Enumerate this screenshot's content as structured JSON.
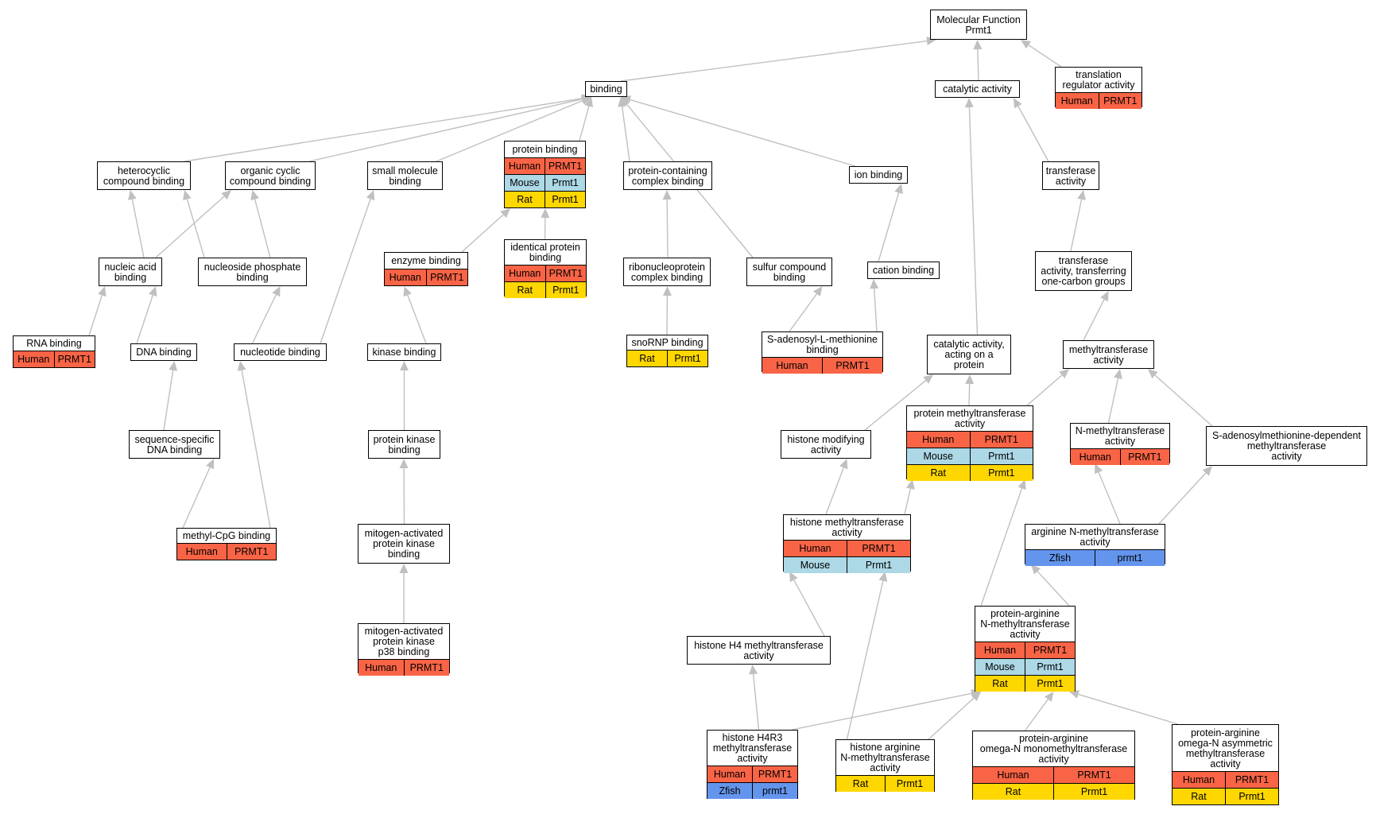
{
  "graph": {
    "colors": {
      "Human": "#f96446",
      "Mouse": "#add8e6",
      "Rat": "#ffd700",
      "Zfish": "#6495ed",
      "edge": "#c0c0c0",
      "border": "#000000"
    },
    "nodes": [
      {
        "id": "mf",
        "label": "Molecular Function\nPrmt1",
        "rows": []
      },
      {
        "id": "binding",
        "label": "binding",
        "rows": []
      },
      {
        "id": "catalytic",
        "label": "catalytic activity",
        "rows": []
      },
      {
        "id": "translation",
        "label": "translation\nregulator activity",
        "rows": [
          {
            "species": "Human",
            "gene": "PRMT1"
          }
        ]
      },
      {
        "id": "heterocyclic",
        "label": "heterocyclic\ncompound binding",
        "rows": []
      },
      {
        "id": "organic",
        "label": "organic cyclic\ncompound binding",
        "rows": []
      },
      {
        "id": "smallmol",
        "label": "small molecule\nbinding",
        "rows": []
      },
      {
        "id": "protbind",
        "label": "protein binding",
        "rows": [
          {
            "species": "Human",
            "gene": "PRMT1"
          },
          {
            "species": "Mouse",
            "gene": "Prmt1"
          },
          {
            "species": "Rat",
            "gene": "Prmt1"
          }
        ]
      },
      {
        "id": "protcomplex",
        "label": "protein-containing\ncomplex binding",
        "rows": []
      },
      {
        "id": "ionbind",
        "label": "ion binding",
        "rows": []
      },
      {
        "id": "transferase",
        "label": "transferase\nactivity",
        "rows": []
      },
      {
        "id": "nucleic",
        "label": "nucleic acid\nbinding",
        "rows": []
      },
      {
        "id": "nucphos",
        "label": "nucleoside phosphate\nbinding",
        "rows": []
      },
      {
        "id": "enzyme",
        "label": "enzyme binding",
        "rows": [
          {
            "species": "Human",
            "gene": "PRMT1"
          }
        ]
      },
      {
        "id": "identical",
        "label": "identical protein\nbinding",
        "rows": [
          {
            "species": "Human",
            "gene": "PRMT1"
          },
          {
            "species": "Rat",
            "gene": "Prmt1"
          }
        ]
      },
      {
        "id": "ribonuc",
        "label": "ribonucleoprotein\ncomplex binding",
        "rows": []
      },
      {
        "id": "sulfur",
        "label": "sulfur compound\nbinding",
        "rows": []
      },
      {
        "id": "cation",
        "label": "cation binding",
        "rows": []
      },
      {
        "id": "onecarbon",
        "label": "transferase\nactivity, transferring\none-carbon groups",
        "rows": []
      },
      {
        "id": "rna",
        "label": "RNA binding",
        "rows": [
          {
            "species": "Human",
            "gene": "PRMT1"
          }
        ]
      },
      {
        "id": "dna",
        "label": "DNA binding",
        "rows": []
      },
      {
        "id": "nucleotide",
        "label": "nucleotide binding",
        "rows": []
      },
      {
        "id": "kinase",
        "label": "kinase binding",
        "rows": []
      },
      {
        "id": "snorna",
        "label": "snoRNP binding",
        "rows": [
          {
            "species": "Rat",
            "gene": "Prmt1"
          }
        ]
      },
      {
        "id": "sam",
        "label": "S-adenosyl-L-methionine\nbinding",
        "rows": [
          {
            "species": "Human",
            "gene": "PRMT1"
          }
        ]
      },
      {
        "id": "catprot",
        "label": "catalytic activity,\nacting on a\nprotein",
        "rows": []
      },
      {
        "id": "methyltr",
        "label": "methyltransferase\nactivity",
        "rows": []
      },
      {
        "id": "seqdna",
        "label": "sequence-specific\nDNA binding",
        "rows": []
      },
      {
        "id": "protkinase",
        "label": "protein kinase\nbinding",
        "rows": []
      },
      {
        "id": "histmod",
        "label": "histone modifying\nactivity",
        "rows": []
      },
      {
        "id": "protmethyl",
        "label": "protein methyltransferase\nactivity",
        "rows": [
          {
            "species": "Human",
            "gene": "PRMT1"
          },
          {
            "species": "Mouse",
            "gene": "Prmt1"
          },
          {
            "species": "Rat",
            "gene": "Prmt1"
          }
        ]
      },
      {
        "id": "nmethyl",
        "label": "N-methyltransferase\nactivity",
        "rows": [
          {
            "species": "Human",
            "gene": "PRMT1"
          }
        ]
      },
      {
        "id": "samdep",
        "label": "S-adenosylmethionine-dependent\nmethyltransferase\nactivity",
        "rows": []
      },
      {
        "id": "cpg",
        "label": "methyl-CpG binding",
        "rows": [
          {
            "species": "Human",
            "gene": "PRMT1"
          }
        ]
      },
      {
        "id": "mapk",
        "label": "mitogen-activated\nprotein kinase\nbinding",
        "rows": []
      },
      {
        "id": "histmeth",
        "label": "histone methyltransferase\nactivity",
        "rows": [
          {
            "species": "Human",
            "gene": "PRMT1"
          },
          {
            "species": "Mouse",
            "gene": "Prmt1"
          }
        ]
      },
      {
        "id": "argn",
        "label": "arginine N-methyltransferase\nactivity",
        "rows": [
          {
            "species": "Zfish",
            "gene": "prmt1"
          }
        ]
      },
      {
        "id": "p38",
        "label": "mitogen-activated\nprotein kinase\np38 binding",
        "rows": [
          {
            "species": "Human",
            "gene": "PRMT1"
          }
        ]
      },
      {
        "id": "h4",
        "label": "histone H4 methyltransferase\nactivity",
        "rows": []
      },
      {
        "id": "protarg",
        "label": "protein-arginine\nN-methyltransferase\nactivity",
        "rows": [
          {
            "species": "Human",
            "gene": "PRMT1"
          },
          {
            "species": "Mouse",
            "gene": "Prmt1"
          },
          {
            "species": "Rat",
            "gene": "Prmt1"
          }
        ]
      },
      {
        "id": "h4r3",
        "label": "histone H4R3\nmethyltransferase\nactivity",
        "rows": [
          {
            "species": "Human",
            "gene": "PRMT1"
          },
          {
            "species": "Zfish",
            "gene": "prmt1"
          }
        ]
      },
      {
        "id": "histarg",
        "label": "histone arginine\nN-methyltransferase\nactivity",
        "rows": [
          {
            "species": "Rat",
            "gene": "Prmt1"
          }
        ]
      },
      {
        "id": "omegamono",
        "label": "protein-arginine\nomega-N monomethyltransferase\nactivity",
        "rows": [
          {
            "species": "Human",
            "gene": "PRMT1"
          },
          {
            "species": "Rat",
            "gene": "Prmt1"
          }
        ]
      },
      {
        "id": "omegaasym",
        "label": "protein-arginine\nomega-N asymmetric\nmethyltransferase\nactivity",
        "rows": [
          {
            "species": "Human",
            "gene": "PRMT1"
          },
          {
            "species": "Rat",
            "gene": "Prmt1"
          }
        ]
      }
    ],
    "edges": [
      [
        "binding",
        "mf"
      ],
      [
        "catalytic",
        "mf"
      ],
      [
        "translation",
        "mf"
      ],
      [
        "heterocyclic",
        "binding"
      ],
      [
        "organic",
        "binding"
      ],
      [
        "smallmol",
        "binding"
      ],
      [
        "protbind",
        "binding"
      ],
      [
        "protcomplex",
        "binding"
      ],
      [
        "ionbind",
        "binding"
      ],
      [
        "sulfur",
        "binding"
      ],
      [
        "transferase",
        "catalytic"
      ],
      [
        "catprot",
        "catalytic"
      ],
      [
        "nucleic",
        "heterocyclic"
      ],
      [
        "nucleic",
        "organic"
      ],
      [
        "nucphos",
        "heterocyclic"
      ],
      [
        "nucphos",
        "organic"
      ],
      [
        "nucleotide",
        "smallmol"
      ],
      [
        "enzyme",
        "protbind"
      ],
      [
        "identical",
        "protbind"
      ],
      [
        "ribonuc",
        "protcomplex"
      ],
      [
        "cation",
        "ionbind"
      ],
      [
        "onecarbon",
        "transferase"
      ],
      [
        "rna",
        "nucleic"
      ],
      [
        "dna",
        "nucleic"
      ],
      [
        "nucleotide",
        "nucphos"
      ],
      [
        "kinase",
        "enzyme"
      ],
      [
        "snorna",
        "ribonuc"
      ],
      [
        "sam",
        "sulfur"
      ],
      [
        "sam",
        "cation"
      ],
      [
        "methyltr",
        "onecarbon"
      ],
      [
        "seqdna",
        "dna"
      ],
      [
        "protkinase",
        "kinase"
      ],
      [
        "histmod",
        "catprot"
      ],
      [
        "protmethyl",
        "catprot"
      ],
      [
        "protmethyl",
        "methyltr"
      ],
      [
        "nmethyl",
        "methyltr"
      ],
      [
        "samdep",
        "methyltr"
      ],
      [
        "cpg",
        "seqdna"
      ],
      [
        "cpg",
        "nucleotide"
      ],
      [
        "mapk",
        "protkinase"
      ],
      [
        "histmeth",
        "histmod"
      ],
      [
        "histmeth",
        "protmethyl"
      ],
      [
        "argn",
        "nmethyl"
      ],
      [
        "argn",
        "samdep"
      ],
      [
        "p38",
        "mapk"
      ],
      [
        "h4",
        "histmeth"
      ],
      [
        "protarg",
        "protmethyl"
      ],
      [
        "protarg",
        "argn"
      ],
      [
        "h4r3",
        "h4"
      ],
      [
        "h4r3",
        "protarg"
      ],
      [
        "histarg",
        "histmeth"
      ],
      [
        "histarg",
        "protarg"
      ],
      [
        "omegamono",
        "protarg"
      ],
      [
        "omegaasym",
        "protarg"
      ]
    ]
  }
}
